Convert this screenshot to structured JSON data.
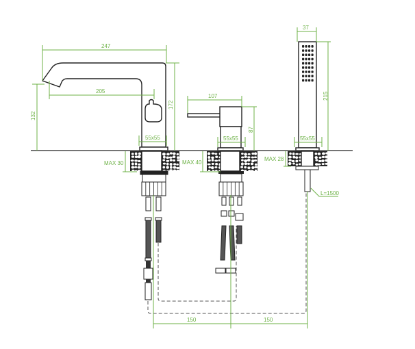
{
  "colors": {
    "dimension": "#6db146",
    "outline": "#222222"
  },
  "basin_faucet": {
    "width": "247",
    "reach": "205",
    "spout_height": "132",
    "height": "172",
    "base": "55x55",
    "max_thickness": "MAX 30"
  },
  "mixer": {
    "lever_width": "107",
    "height": "87",
    "base": "55x55",
    "max_thickness": "MAX 40"
  },
  "hand_shower": {
    "width": "37",
    "height": "215",
    "base": "55x55",
    "max_thickness": "MAX 28",
    "hose_length": "L=1500"
  },
  "spacing": {
    "left": "150",
    "right": "150"
  }
}
